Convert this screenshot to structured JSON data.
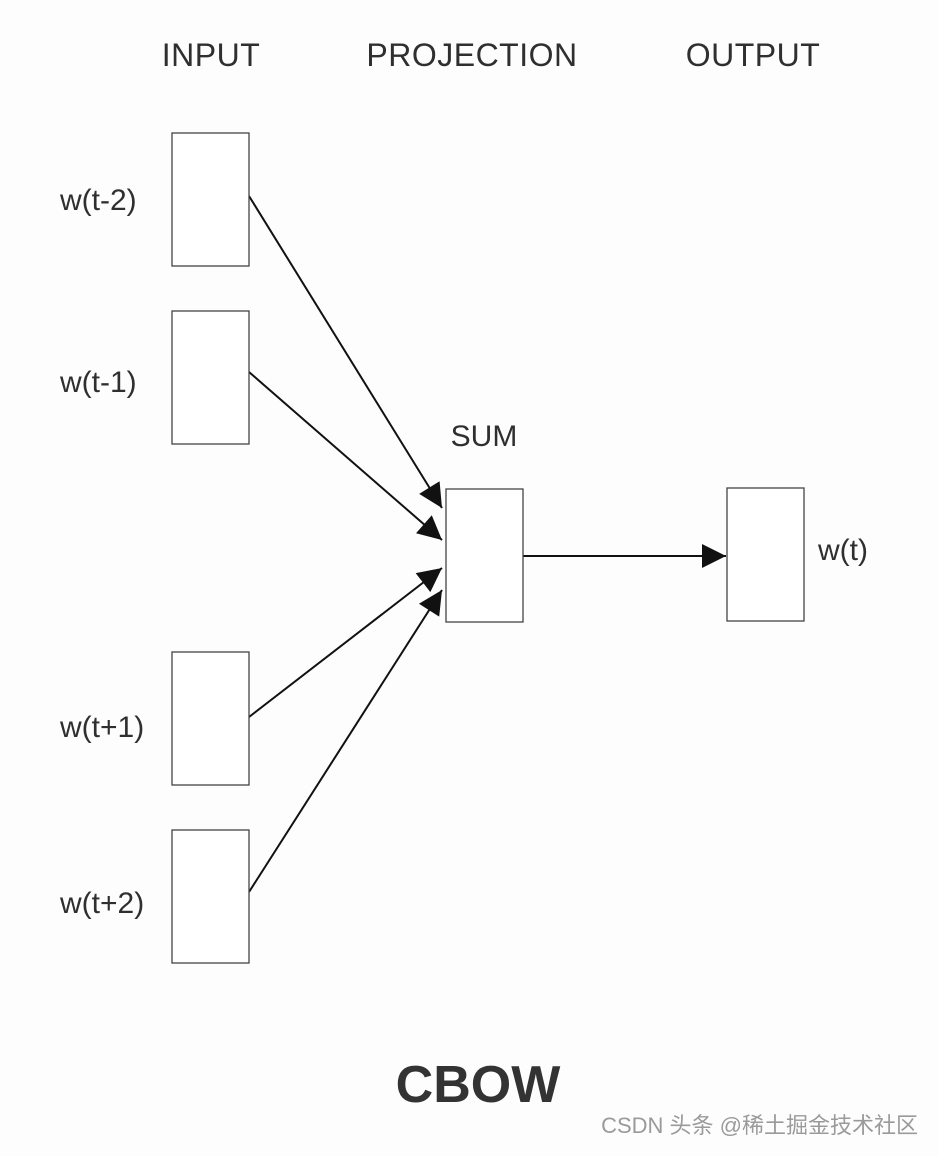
{
  "headers": {
    "input": "INPUT",
    "projection": "PROJECTION",
    "output": "OUTPUT"
  },
  "inputs": [
    {
      "id": "w-t-minus-2",
      "label": "w(t-2)"
    },
    {
      "id": "w-t-minus-1",
      "label": "w(t-1)"
    },
    {
      "id": "w-t-plus-1",
      "label": "w(t+1)"
    },
    {
      "id": "w-t-plus-2",
      "label": "w(t+2)"
    }
  ],
  "projection": {
    "label": "SUM"
  },
  "output": {
    "label": "w(t)"
  },
  "title": "CBOW",
  "watermark": "CSDN 头条 @稀土掘金技术社区"
}
